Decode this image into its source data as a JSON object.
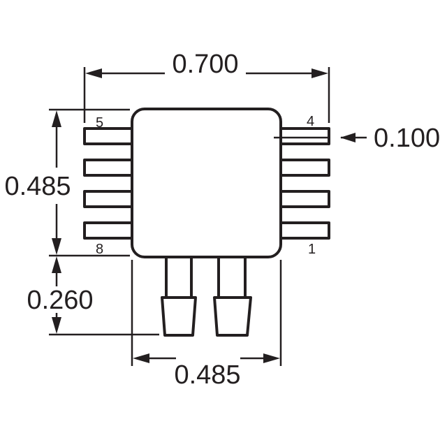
{
  "drawing": {
    "dimensions": {
      "overall_width": "0.700",
      "lead_width": "0.100",
      "body_height": "0.485",
      "port_length": "0.260",
      "body_width": "0.485"
    },
    "pin_labels": {
      "pin5": "5",
      "pin4": "4",
      "pin8": "8",
      "pin1": "1"
    },
    "colors": {
      "line": "#231f20",
      "background": "#ffffff"
    }
  }
}
